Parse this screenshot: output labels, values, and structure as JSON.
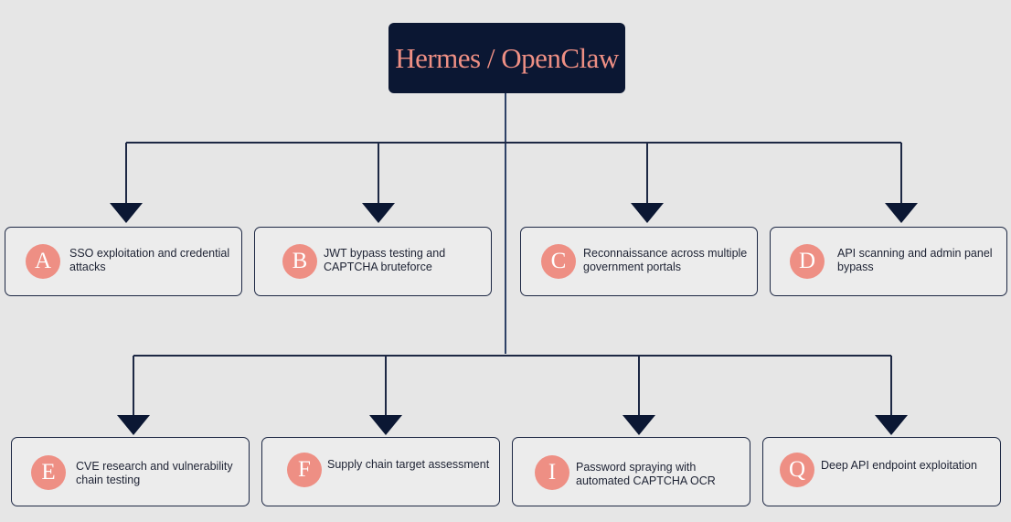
{
  "colors": {
    "background": "#e6e6e6",
    "root_fill": "#0b1733",
    "root_text": "#ee8f84",
    "badge_fill": "#ee8f84",
    "line": "#1d2844",
    "arrow": "#0b1733"
  },
  "diagram": {
    "root": {
      "title": "Hermes / OpenClaw"
    },
    "nodes": [
      {
        "letter": "A",
        "text": "SSO exploitation and credential attacks"
      },
      {
        "letter": "B",
        "text": "JWT bypass testing and CAPTCHA bruteforce"
      },
      {
        "letter": "C",
        "text": "Reconnaissance across multiple government portals"
      },
      {
        "letter": "D",
        "text": "API scanning and admin panel bypass"
      },
      {
        "letter": "E",
        "text": "CVE research and vulnerability chain testing"
      },
      {
        "letter": "F",
        "text": "Supply chain target assessment"
      },
      {
        "letter": "I",
        "text": "Password spraying with automated CAPTCHA OCR"
      },
      {
        "letter": "Q",
        "text": "Deep API endpoint exploitation"
      }
    ]
  }
}
